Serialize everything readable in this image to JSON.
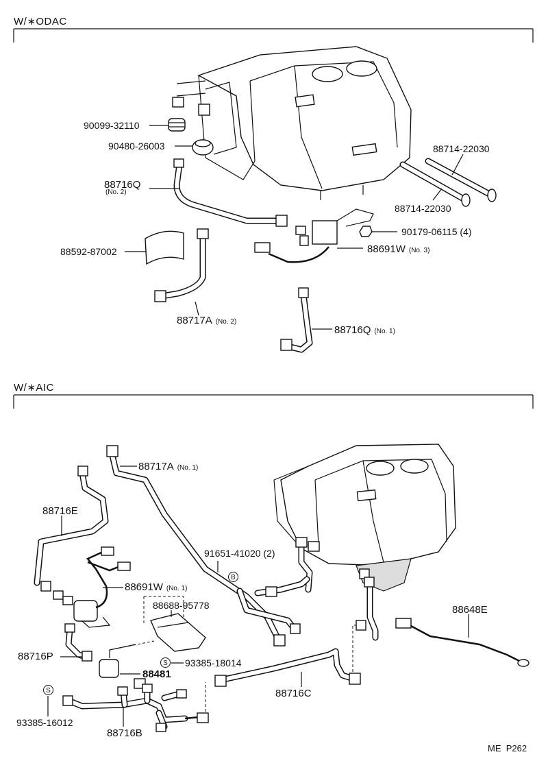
{
  "sections": {
    "top": {
      "title": "W/∗ODAC"
    },
    "bottom": {
      "title": "W/∗AIC"
    }
  },
  "top_labels": {
    "p1": "90099-32110",
    "p2": "90480-26003",
    "p3": "88716Q",
    "p3_note": "(No. 2)",
    "p4": "88714-22030",
    "p5": "88714-22030",
    "p6": "90179-06115",
    "p6_qty": "(4)",
    "p7": "88592-87002",
    "p8": "88691W",
    "p8_note": "(No. 3)",
    "p9": "88717A",
    "p9_note": "(No. 2)",
    "p10": "88716Q",
    "p10_note": "(No. 1)"
  },
  "bottom_labels": {
    "q1": "88717A",
    "q1_note": "(No. 1)",
    "q2": "88716E",
    "q3": "91651-41020",
    "q3_qty": "(2)",
    "q4": "88691W",
    "q4_note": "(No. 1)",
    "q5": "88688-95778",
    "q6": "88648E",
    "q7": "88716P",
    "q8": "93385-18014",
    "q9": "88481",
    "q10": "88716C",
    "q11": "93385-16012",
    "q12": "88716B",
    "mark_b": "B",
    "mark_s": "S"
  },
  "footer": {
    "code": "ME  P262"
  }
}
